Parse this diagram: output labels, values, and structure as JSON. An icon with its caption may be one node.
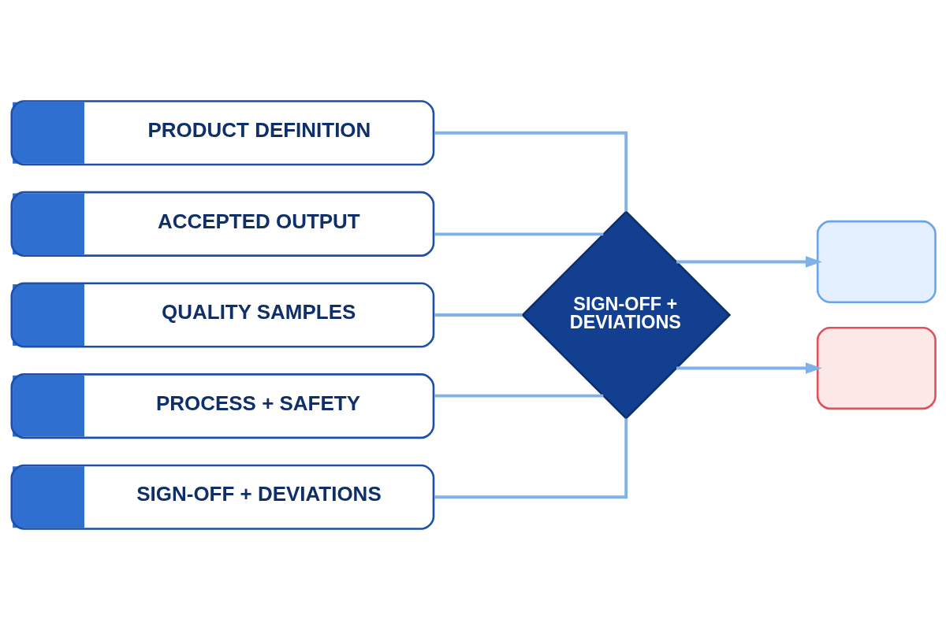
{
  "diagram": {
    "nodes": [
      {
        "text": [
          "PRODUCT DEFINITION"
        ]
      },
      {
        "text": [
          "ACCEPTED OUTPUT"
        ]
      },
      {
        "text": [
          "QUALITY SAMPLES"
        ]
      },
      {
        "text": [
          "PROCESS + SAFETY"
        ]
      },
      {
        "text": [
          "SIGN-OFF + DEVIATIONS"
        ]
      },
      {
        "text": [
          "SIGN-OFF + DEVIATIONS"
        ]
      },
      {
        "text": [],
        "shape": "box"
      },
      {
        "text": [],
        "shape": "box"
      }
    ],
    "edges": [
      {
        "from": 0,
        "to": 5,
        "arrow": "none"
      },
      {
        "from": 1,
        "to": 5,
        "arrow": "none"
      },
      {
        "from": 2,
        "to": 5,
        "arrow": "none"
      },
      {
        "from": 3,
        "to": 5,
        "arrow": "none"
      },
      {
        "from": 4,
        "to": 5,
        "arrow": "none"
      },
      {
        "from": 5,
        "to": 6,
        "arrow": "to"
      },
      {
        "from": 5,
        "to": 7,
        "arrow": "to"
      }
    ]
  }
}
